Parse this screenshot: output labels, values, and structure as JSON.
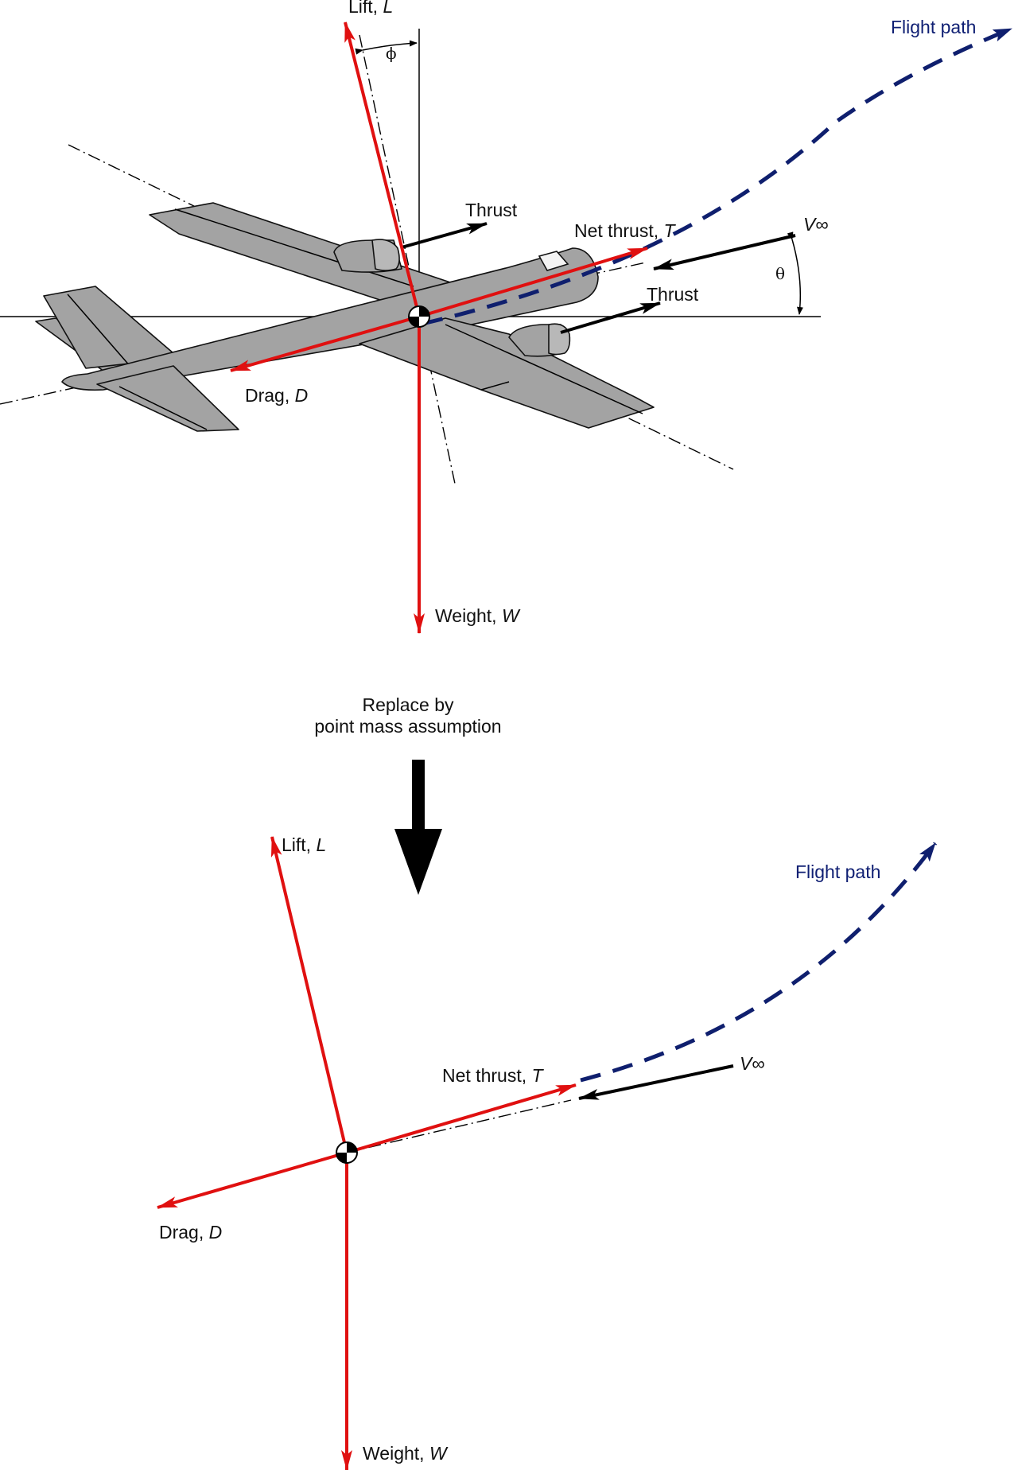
{
  "top": {
    "lift_label": "Lift, ",
    "lift_symbol": "L",
    "phi_symbol": "ϕ",
    "flight_path_label": "Flight path",
    "thrust_upper_label": "Thrust",
    "thrust_lower_label": "Thrust",
    "net_thrust_label": "Net thrust, ",
    "net_thrust_symbol": "T",
    "v_label": "V",
    "v_subscript": "∞",
    "theta_symbol": "θ",
    "drag_label": "Drag, ",
    "drag_symbol": "D",
    "weight_label": "Weight, ",
    "weight_symbol": "W"
  },
  "middle": {
    "replace_line1": "Replace by",
    "replace_line2": "point mass assumption"
  },
  "bottom": {
    "lift_label": "Lift, ",
    "lift_symbol": "L",
    "flight_path_label": "Flight path",
    "net_thrust_label": "Net thrust, ",
    "net_thrust_symbol": "T",
    "v_label": "V",
    "v_subscript": "∞",
    "drag_label": "Drag, ",
    "drag_symbol": "D",
    "weight_label": "Weight, ",
    "weight_symbol": "W"
  },
  "colors": {
    "force_vector": "#e01010",
    "flight_path": "#0f1f6e",
    "aircraft_body": "#a3a3a3",
    "reaction_arrow": "#000000"
  }
}
